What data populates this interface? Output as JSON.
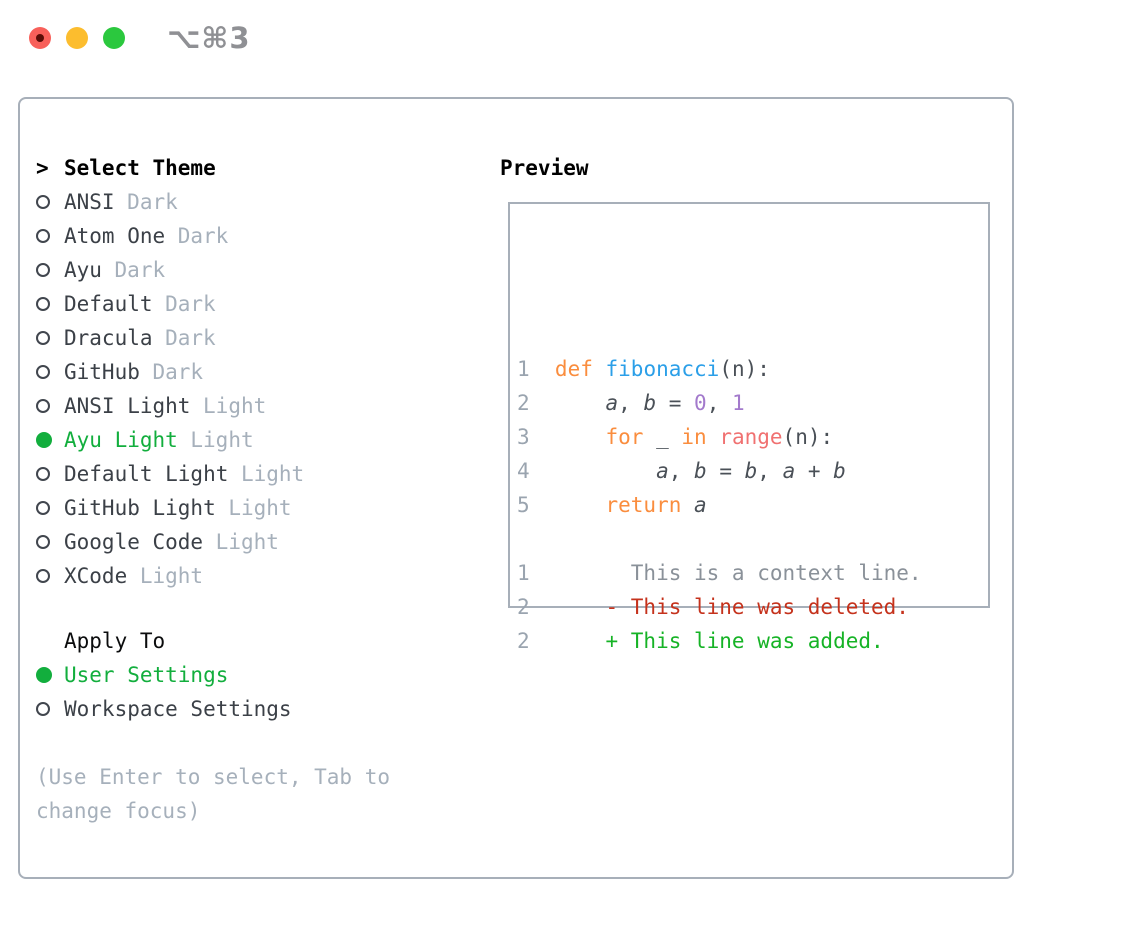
{
  "window": {
    "title": "⌥⌘3"
  },
  "traffic_lights": [
    "close",
    "minimize",
    "zoom"
  ],
  "theme_panel": {
    "heading_prefix": ">",
    "heading": "Select Theme",
    "items": [
      {
        "name": "ANSI",
        "variant": "Dark",
        "selected": false
      },
      {
        "name": "Atom One",
        "variant": "Dark",
        "selected": false
      },
      {
        "name": "Ayu",
        "variant": "Dark",
        "selected": false
      },
      {
        "name": "Default",
        "variant": "Dark",
        "selected": false
      },
      {
        "name": "Dracula",
        "variant": "Dark",
        "selected": false
      },
      {
        "name": "GitHub",
        "variant": "Dark",
        "selected": false
      },
      {
        "name": "ANSI Light",
        "variant": "Light",
        "selected": false
      },
      {
        "name": "Ayu Light",
        "variant": "Light",
        "selected": true
      },
      {
        "name": "Default Light",
        "variant": "Light",
        "selected": false
      },
      {
        "name": "GitHub Light",
        "variant": "Light",
        "selected": false
      },
      {
        "name": "Google Code",
        "variant": "Light",
        "selected": false
      },
      {
        "name": "XCode",
        "variant": "Light",
        "selected": false
      }
    ],
    "apply_heading": "Apply To",
    "apply_options": [
      {
        "name": "User Settings",
        "selected": true
      },
      {
        "name": "Workspace Settings",
        "selected": false
      }
    ],
    "hint": "(Use Enter to select, Tab to change focus)"
  },
  "preview": {
    "heading": "Preview",
    "lines": [
      {
        "num": "1",
        "tokens": [
          {
            "t": "def",
            "c": "keyword"
          },
          {
            "t": " ",
            "c": "default"
          },
          {
            "t": "fibonacci",
            "c": "function"
          },
          {
            "t": "(n):",
            "c": "default"
          }
        ]
      },
      {
        "num": "2",
        "tokens": [
          {
            "t": "    ",
            "c": "default"
          },
          {
            "t": "a",
            "c": "variable",
            "i": true
          },
          {
            "t": ", ",
            "c": "default"
          },
          {
            "t": "b",
            "c": "variable",
            "i": true
          },
          {
            "t": " = ",
            "c": "default"
          },
          {
            "t": "0",
            "c": "number"
          },
          {
            "t": ", ",
            "c": "default"
          },
          {
            "t": "1",
            "c": "number"
          }
        ]
      },
      {
        "num": "3",
        "tokens": [
          {
            "t": "    ",
            "c": "default"
          },
          {
            "t": "for",
            "c": "keyword"
          },
          {
            "t": " _ ",
            "c": "default"
          },
          {
            "t": "in",
            "c": "keyword"
          },
          {
            "t": " ",
            "c": "default"
          },
          {
            "t": "range",
            "c": "builtin"
          },
          {
            "t": "(n):",
            "c": "default"
          }
        ]
      },
      {
        "num": "4",
        "tokens": [
          {
            "t": "        ",
            "c": "default"
          },
          {
            "t": "a",
            "c": "variable",
            "i": true
          },
          {
            "t": ", ",
            "c": "default"
          },
          {
            "t": "b",
            "c": "variable",
            "i": true
          },
          {
            "t": " = ",
            "c": "default"
          },
          {
            "t": "b",
            "c": "variable",
            "i": true
          },
          {
            "t": ", ",
            "c": "default"
          },
          {
            "t": "a",
            "c": "variable",
            "i": true
          },
          {
            "t": " + ",
            "c": "default"
          },
          {
            "t": "b",
            "c": "variable",
            "i": true
          }
        ]
      },
      {
        "num": "5",
        "tokens": [
          {
            "t": "    ",
            "c": "default"
          },
          {
            "t": "return",
            "c": "keyword"
          },
          {
            "t": " ",
            "c": "default"
          },
          {
            "t": "a",
            "c": "variable",
            "i": true
          }
        ]
      },
      {
        "num": "",
        "tokens": []
      },
      {
        "num": "1",
        "tokens": [
          {
            "t": "      This is a context line.",
            "c": "context"
          }
        ]
      },
      {
        "num": "2",
        "tokens": [
          {
            "t": "    - This line was deleted.",
            "c": "deleted"
          }
        ]
      },
      {
        "num": "2",
        "tokens": [
          {
            "t": "    + This line was added.",
            "c": "added"
          }
        ]
      }
    ]
  },
  "colors": {
    "keyword": "#fa8d3e",
    "function": "#2b9fe8",
    "number": "#a37acc",
    "builtin": "#f07171",
    "variable": "#4a5057",
    "default": "#4a5057",
    "context": "#8a9199",
    "deleted": "#c5321c",
    "added": "#16b326",
    "selected": "#12ae3d",
    "line_number": "#9aa4af",
    "border": "#a7afb9"
  }
}
